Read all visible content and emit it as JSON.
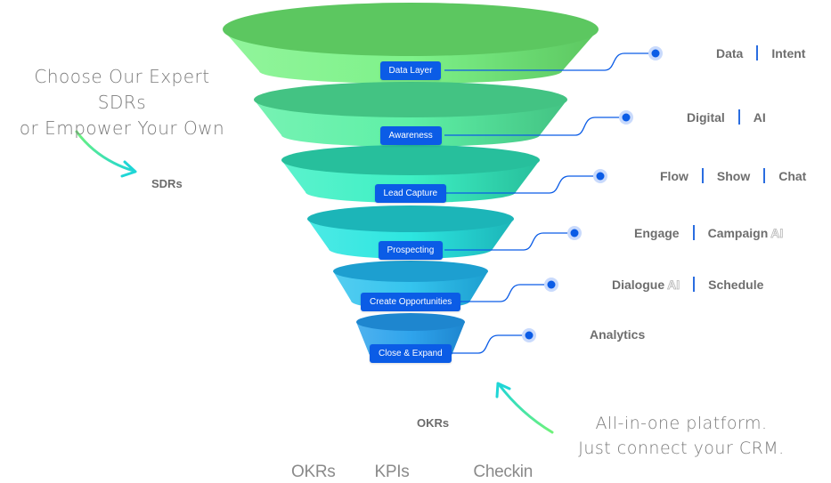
{
  "annotations": {
    "left_handwritten": [
      "Choose Our Expert SDRs",
      "or Empower Your Own"
    ],
    "left_target": "SDRs",
    "right_handwritten": [
      "All-in-one platform.",
      "Just connect your CRM."
    ],
    "bottom_target": "OKRs"
  },
  "funnel": {
    "stages": [
      {
        "label": "Data Layer",
        "features": [
          {
            "text": "Data"
          },
          {
            "text": "Intent"
          }
        ],
        "color_top": "#5cc760",
        "color_body": "#7ef28a"
      },
      {
        "label": "Awareness",
        "features": [
          {
            "text": "Digital"
          },
          {
            "text": "AI"
          }
        ],
        "color_top": "#43c383",
        "color_body": "#5ef0a6"
      },
      {
        "label": "Lead Capture",
        "features": [
          {
            "text": "Flow"
          },
          {
            "text": "Show"
          },
          {
            "text": "Chat"
          }
        ],
        "color_top": "#27bf9c",
        "color_body": "#3ef0c4"
      },
      {
        "label": "Prospecting",
        "features": [
          {
            "text": "Engage"
          },
          {
            "text": "Campaign",
            "suffix": "AI"
          }
        ],
        "color_top": "#1cb5b8",
        "color_body": "#2de6e0"
      },
      {
        "label": "Create Opportunities",
        "features": [
          {
            "text": "Dialogue",
            "suffix": "AI"
          },
          {
            "text": "Schedule"
          }
        ],
        "color_top": "#1d9fd0",
        "color_body": "#35c4ee"
      },
      {
        "label": "Close & Expand",
        "features": [
          {
            "text": "Analytics"
          }
        ],
        "color_top": "#1e86cf",
        "color_body": "#2fa4ec"
      }
    ],
    "connector_color": "#0b5ce6",
    "label_color": "#0b5ce6"
  },
  "bottom_tabs": [
    "OKRs",
    "KPIs",
    "Checkin"
  ],
  "arrow_gradient": [
    "#6ff27a",
    "#1fd6d6"
  ]
}
